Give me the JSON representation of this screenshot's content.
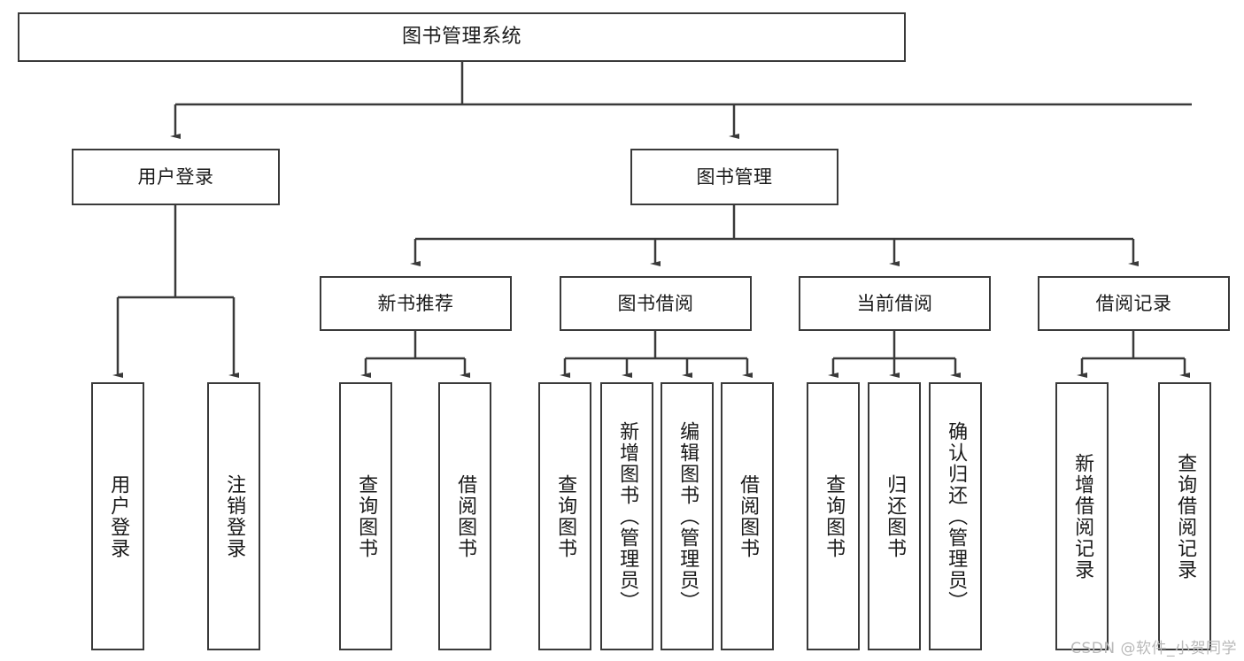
{
  "diagram": {
    "type": "tree-hierarchy-chart",
    "title": "图书管理系统",
    "stroke_color": "#3a3a3a",
    "background_color": "#ffffff",
    "text_color": "#1a1a1a",
    "nodes": {
      "root": {
        "label": "图书管理系统"
      },
      "level2": [
        {
          "label": "用户登录"
        },
        {
          "label": "图书管理"
        }
      ],
      "level3": [
        {
          "label": "新书推荐"
        },
        {
          "label": "图书借阅"
        },
        {
          "label": "当前借阅"
        },
        {
          "label": "借阅记录"
        }
      ],
      "leaves": {
        "user_login": [
          {
            "label": "用户登录"
          },
          {
            "label": "注销登录"
          }
        ],
        "new_book_recommend": [
          {
            "label": "查询图书"
          },
          {
            "label": "借阅图书"
          }
        ],
        "book_borrow": [
          {
            "label": "查询图书"
          },
          {
            "label": "新增图书（管理员）"
          },
          {
            "label": "编辑图书（管理员）"
          },
          {
            "label": "借阅图书"
          }
        ],
        "current_borrow": [
          {
            "label": "查询图书"
          },
          {
            "label": "归还图书"
          },
          {
            "label": "确认归还（管理员）"
          }
        ],
        "borrow_record": [
          {
            "label": "新增借阅记录"
          },
          {
            "label": "查询借阅记录"
          }
        ]
      }
    }
  },
  "watermark": {
    "text": "CSDN @软件_小贺同学",
    "color": "#b9b9b9"
  }
}
